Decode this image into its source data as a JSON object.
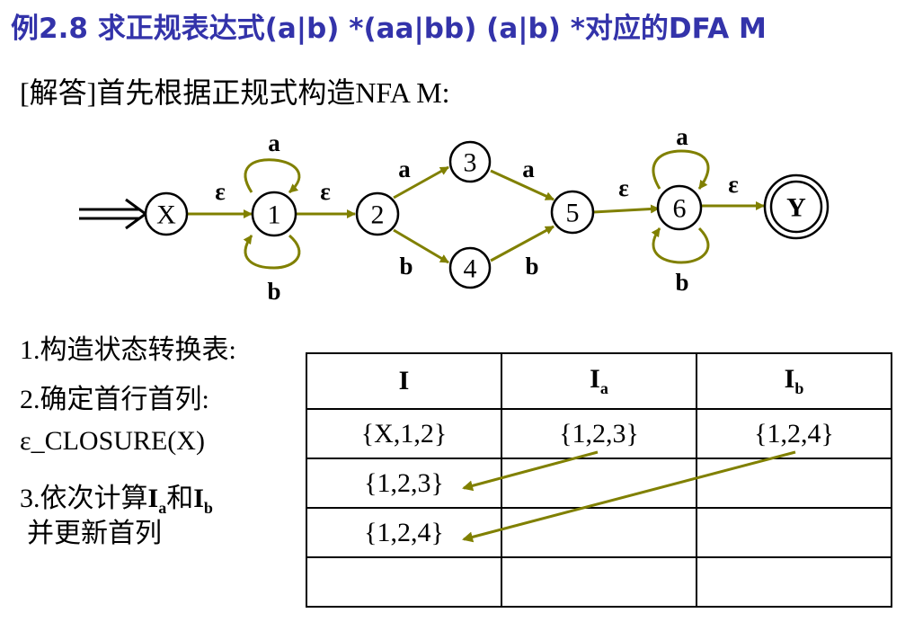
{
  "title": "例2.8  求正规表达式(a|b) *(aa|bb) (a|b) *对应的DFA  M",
  "answer": "[解答]首先根据正规式构造NFA M:",
  "colors": {
    "title": "#3333aa",
    "edge": "#808000",
    "node_stroke": "#000000"
  },
  "nfa": {
    "states": [
      {
        "id": "X",
        "label": "X"
      },
      {
        "id": "1",
        "label": "1"
      },
      {
        "id": "2",
        "label": "2"
      },
      {
        "id": "3",
        "label": "3"
      },
      {
        "id": "4",
        "label": "4"
      },
      {
        "id": "5",
        "label": "5"
      },
      {
        "id": "6",
        "label": "6"
      },
      {
        "id": "Y",
        "label": "Y",
        "accepting": true
      }
    ],
    "start": "X",
    "transitions": [
      {
        "from": "X",
        "to": "1",
        "label": "ε"
      },
      {
        "from": "1",
        "to": "1",
        "label": "a"
      },
      {
        "from": "1",
        "to": "1",
        "label": "b"
      },
      {
        "from": "1",
        "to": "2",
        "label": "ε"
      },
      {
        "from": "2",
        "to": "3",
        "label": "a"
      },
      {
        "from": "2",
        "to": "4",
        "label": "b"
      },
      {
        "from": "3",
        "to": "5",
        "label": "a"
      },
      {
        "from": "4",
        "to": "5",
        "label": "b"
      },
      {
        "from": "5",
        "to": "6",
        "label": "ε"
      },
      {
        "from": "6",
        "to": "6",
        "label": "a"
      },
      {
        "from": "6",
        "to": "6",
        "label": "b"
      },
      {
        "from": "6",
        "to": "Y",
        "label": "ε"
      }
    ]
  },
  "steps": {
    "s1": "1.构造状态转换表:",
    "s2": "2.确定首行首列:",
    "s2b": "ε_CLOSURE(X)",
    "s3_prefix": "3.依次计算",
    "s3_I": "I",
    "s3_a": "a",
    "s3_and": "和",
    "s3_b": "b",
    "s3_line2": "并更新首列"
  },
  "table": {
    "headers": {
      "col1": "I",
      "col2_base": "I",
      "col2_sub": "a",
      "col3_base": "I",
      "col3_sub": "b"
    },
    "rows": [
      [
        "{X,1,2}",
        "{1,2,3}",
        "{1,2,4}"
      ],
      [
        "{1,2,3}",
        "",
        ""
      ],
      [
        "{1,2,4}",
        "",
        ""
      ],
      [
        "",
        "",
        ""
      ]
    ]
  }
}
